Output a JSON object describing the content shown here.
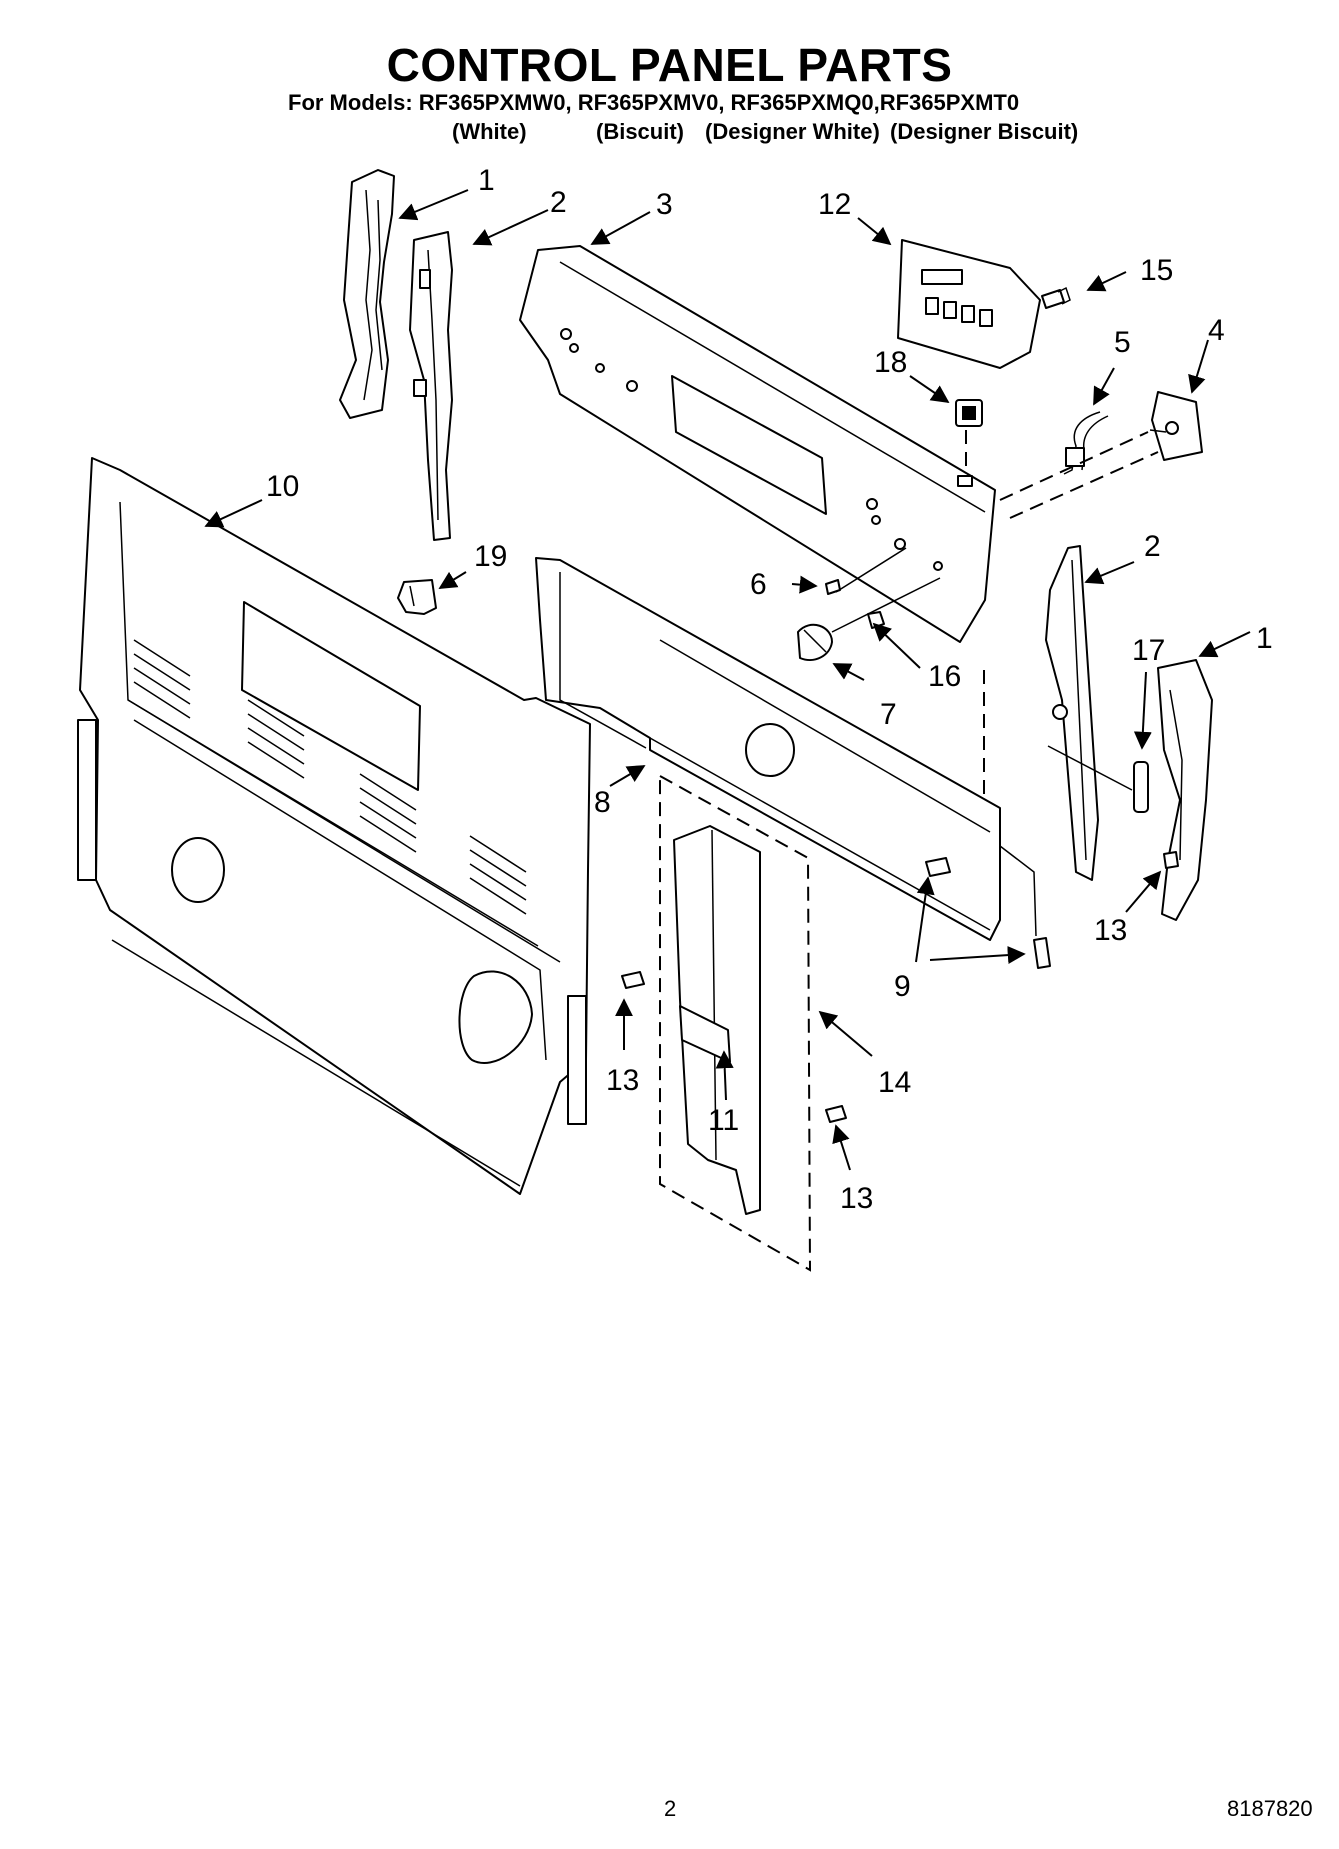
{
  "header": {
    "title": "CONTROL PANEL PARTS",
    "models_line": "For Models: RF365PXMW0, RF365PXMV0, RF365PXMQ0,RF365PXMT0",
    "variants": [
      "(White)",
      "(Biscuit)",
      "(Designer White)",
      "(Designer Biscuit)"
    ]
  },
  "callouts": {
    "c1a": "1",
    "c1b": "1",
    "c2a": "2",
    "c2b": "2",
    "c3": "3",
    "c4": "4",
    "c5": "5",
    "c6": "6",
    "c7": "7",
    "c8": "8",
    "c9": "9",
    "c10": "10",
    "c11": "11",
    "c12": "12",
    "c13a": "13",
    "c13b": "13",
    "c13c": "13",
    "c14": "14",
    "c15": "15",
    "c16": "16",
    "c17": "17",
    "c18": "18",
    "c19": "19"
  },
  "footer": {
    "page_number": "2",
    "document_number": "8187820"
  }
}
